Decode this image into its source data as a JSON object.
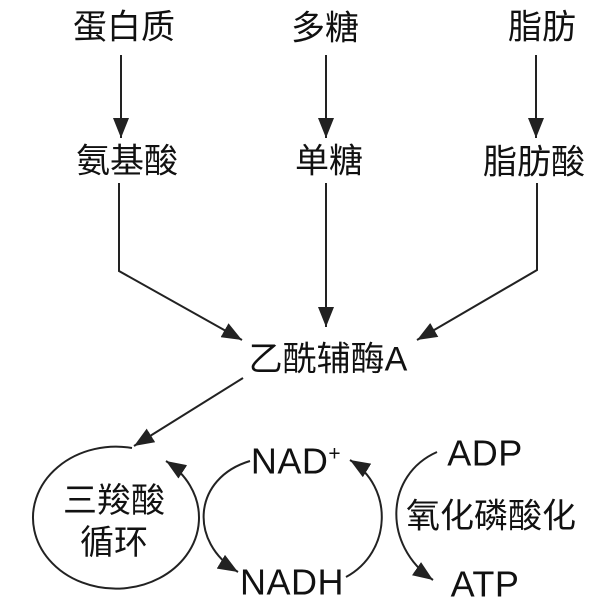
{
  "labels": {
    "protein": "蛋白质",
    "polysaccharide": "多糖",
    "fat": "脂肪",
    "amino_acid": "氨基酸",
    "monosaccharide": "单糖",
    "fatty_acid": "脂肪酸",
    "acetyl_coa": "乙酰辅酶A",
    "tca_cycle_line1": "三羧酸",
    "tca_cycle_line2": "循环",
    "nad_base": "NAD",
    "nad_sup": "+",
    "nadh": "NADH",
    "adp": "ADP",
    "atp": "ATP",
    "oxidative_phosphorylation": "氧化磷酸化"
  },
  "colors": {
    "line": "#222222",
    "text": "#111111",
    "background": "#ffffff"
  }
}
